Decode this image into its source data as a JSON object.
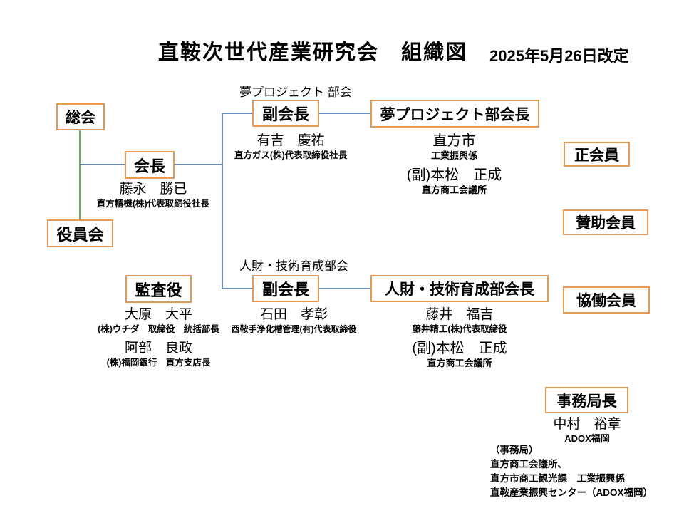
{
  "title": {
    "main": "直鞍次世代産業研究会　組織図",
    "revision_date": "2025年5月26日改定"
  },
  "colors": {
    "box_border": "#E39A56",
    "connector_blue": "#6B8CBA",
    "connector_green": "#6FA85C"
  },
  "org": {
    "general_meeting": {
      "label": "総会"
    },
    "board": {
      "label": "役員会"
    },
    "chairman": {
      "label": "会長",
      "person": "藤永　勝已",
      "affiliation": "直方精機(株)代表取締役社長"
    },
    "auditor": {
      "label": "監査役",
      "members": [
        {
          "person": "大原　大平",
          "affiliation": "(株)ウチダ　取締役　統括部長"
        },
        {
          "person": "阿部　良政",
          "affiliation": "(株)福岡銀行　直方支店長"
        }
      ]
    },
    "yume_section": {
      "section_label": "夢プロジェクト 部会",
      "vice_chair": {
        "label": "副会長",
        "person": "有吉　慶祐",
        "affiliation": "直方ガス(株)代表取締役社長"
      },
      "head": {
        "label": "夢プロジェクト部会長",
        "org_name": "直方市",
        "org_dept": "工業振興係",
        "deputy": "(副)本松　正成",
        "deputy_affiliation": "直方商工会議所"
      }
    },
    "jinzai_section": {
      "section_label": "人財・技術育成部会",
      "vice_chair": {
        "label": "副会長",
        "person": "石田　孝彰",
        "affiliation": "西鞍手浄化槽管理(有)代表取締役"
      },
      "head": {
        "label": "人財・技術育成部会長",
        "person": "藤井　福吉",
        "affiliation": "藤井精工(株)代表取締役",
        "deputy": "(副)本松　正成",
        "deputy_affiliation": "直方商工会議所"
      }
    },
    "memberships": [
      {
        "label": "正会員"
      },
      {
        "label": "賛助会員"
      },
      {
        "label": "協働会員"
      }
    ],
    "secretariat_head": {
      "label": "事務局長",
      "person": "中村　裕章",
      "affiliation": "ADOX福岡"
    },
    "secretariat_note": {
      "lines": [
        "（事務局）",
        "直方商工会議所、",
        "直方市商工観光課　工業振興係",
        "直鞍産業振興センター（ADOX福岡）"
      ]
    }
  }
}
